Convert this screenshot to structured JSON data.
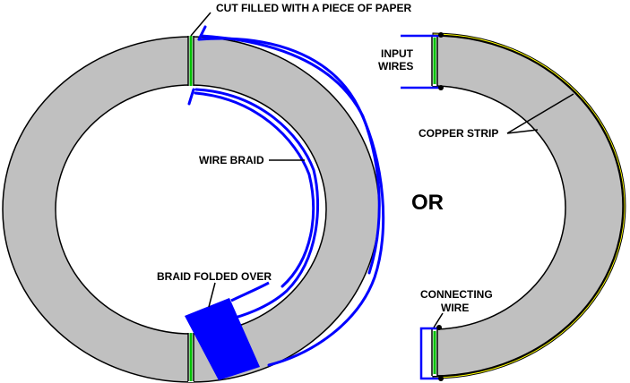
{
  "labels": {
    "cut": "CUT FILLED WITH A PIECE OF PAPER",
    "wire_braid": "WIRE BRAID",
    "braid_folded": "BRAID FOLDED OVER",
    "or": "OR",
    "input_wires_1": "INPUT",
    "input_wires_2": "WIRES",
    "copper_strip": "COPPER STRIP",
    "connecting_1": "CONNECTING",
    "connecting_2": "WIRE"
  },
  "colors": {
    "core_fill": "#c0c0c0",
    "outline": "#000000",
    "braid": "#0000ff",
    "copper": "#ffff00",
    "paper_gap": "#00c000"
  }
}
